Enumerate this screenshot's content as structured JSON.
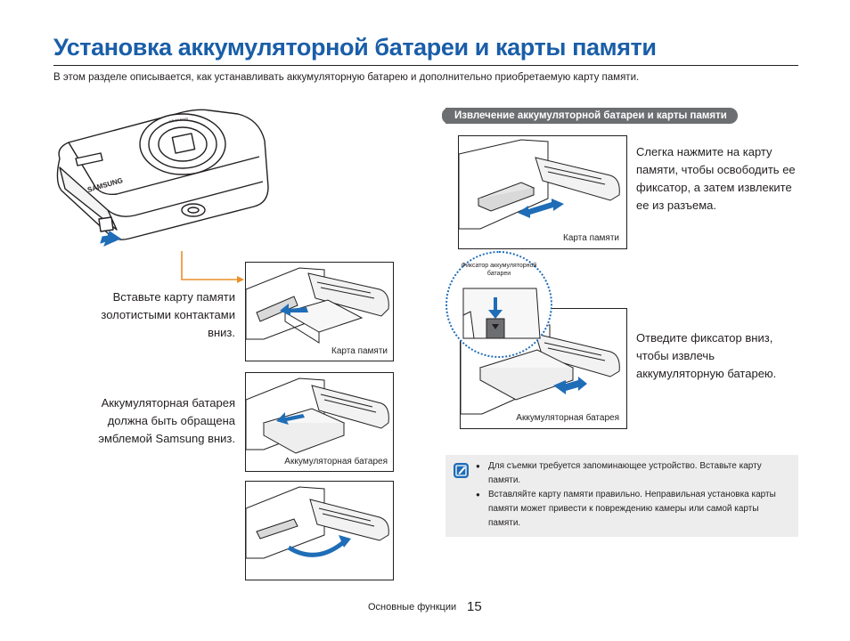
{
  "page": {
    "title": "Установка аккумуляторной батареи и карты памяти",
    "intro": "В этом разделе описывается, как устанавливать аккумуляторную батарею и дополнительно приобретаемую карту памяти."
  },
  "camera": {
    "brand_text": "SAMSUNG",
    "lens_text": "4.9-24.5mm"
  },
  "insert": {
    "step1_text": "Вставьте карту памяти золотистыми контактами вниз.",
    "step1_caption": "Карта памяти",
    "step2_text": "Аккумуляторная батарея должна быть обращена эмблемой Samsung вниз.",
    "step2_caption": "Аккумуляторная батарея"
  },
  "remove": {
    "heading": "Извлечение аккумуляторной батареи и карты памяти",
    "card_text": "Слегка нажмите на карту памяти, чтобы освободить ее фиксатор, а затем извлеките ее из разъема.",
    "card_caption": "Карта памяти",
    "latch_label": "Фиксатор аккумуляторной батареи",
    "battery_text": "Отведите фиксатор вниз, чтобы извлечь аккумуляторную батарею.",
    "battery_caption": "Аккумуляторная батарея"
  },
  "note": {
    "items": [
      "Для съемки требуется запоминающее устройство. Вставьте карту памяти.",
      "Вставляйте карту памяти правильно. Неправильная установка карты памяти может привести к повреждению камеры или самой карты памяти."
    ]
  },
  "footer": {
    "section": "Основные функции",
    "page_number": "15"
  },
  "colors": {
    "title_blue": "#1a5ea8",
    "arrow_blue": "#1f6db7",
    "guide_orange": "#e8902a",
    "note_bg": "#ededed",
    "pill_gray": "#6d6e71"
  }
}
